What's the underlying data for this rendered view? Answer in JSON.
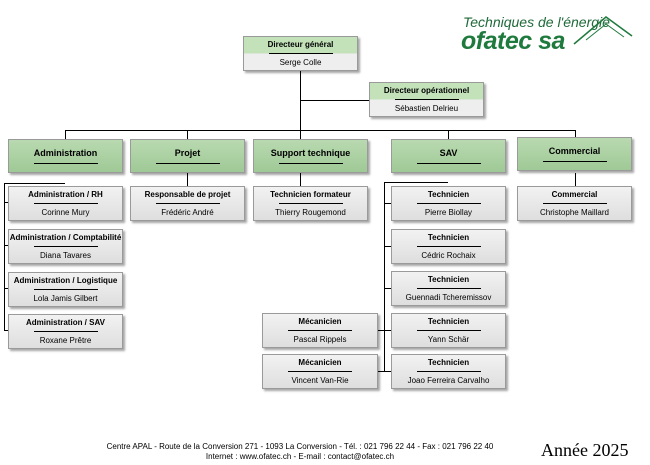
{
  "brand": {
    "tagline": "Techniques de l'énergie",
    "name": "ofatec sa"
  },
  "director": {
    "title": "Directeur général",
    "name": "Serge Colle"
  },
  "ops_director": {
    "title": "Directeur opérationnel",
    "name": "Sébastien Delrieu"
  },
  "departments": [
    "Administration",
    "Projet",
    "Support technique",
    "SAV",
    "Commercial"
  ],
  "admin_staff": [
    {
      "title": "Administration / RH",
      "name": "Corinne Mury"
    },
    {
      "title": "Administration / Comptabilité",
      "name": "Diana Tavares"
    },
    {
      "title": "Administration / Logistique",
      "name": "Lola Jamis Gilbert"
    },
    {
      "title": "Administration / SAV",
      "name": "Roxane Prêtre"
    }
  ],
  "projet_staff": [
    {
      "title": "Responsable de projet",
      "name": "Frédéric André"
    }
  ],
  "support_staff": [
    {
      "title": "Technicien formateur",
      "name": "Thierry Rougemond"
    }
  ],
  "sav_staff": [
    {
      "title": "Technicien",
      "name": "Pierre Biollay"
    },
    {
      "title": "Technicien",
      "name": "Cédric Rochaix"
    },
    {
      "title": "Technicien",
      "name": "Guennadi Tcheremissov"
    },
    {
      "title": "Technicien",
      "name": "Yann Schär"
    },
    {
      "title": "Technicien",
      "name": "Joao Ferreira Carvalho"
    }
  ],
  "mechanics": [
    {
      "title": "Mécanicien",
      "name": "Pascal Rippels"
    },
    {
      "title": "Mécanicien",
      "name": "Vincent Van-Rie"
    }
  ],
  "commercial_staff": [
    {
      "title": "Commercial",
      "name": "Christophe Maillard"
    }
  ],
  "footer": {
    "line1": "Centre APAL - Route de la Conversion 271 - 1093 La Conversion - Tél. : 021 796 22 44 - Fax : 021 796 22 40",
    "line2": "Internet : www.ofatec.ch - E-mail : contact@ofatec.ch"
  },
  "year": "Année 2025",
  "colors": {
    "header_green": "#a8cf9f",
    "brand_green": "#1f7a3e"
  }
}
